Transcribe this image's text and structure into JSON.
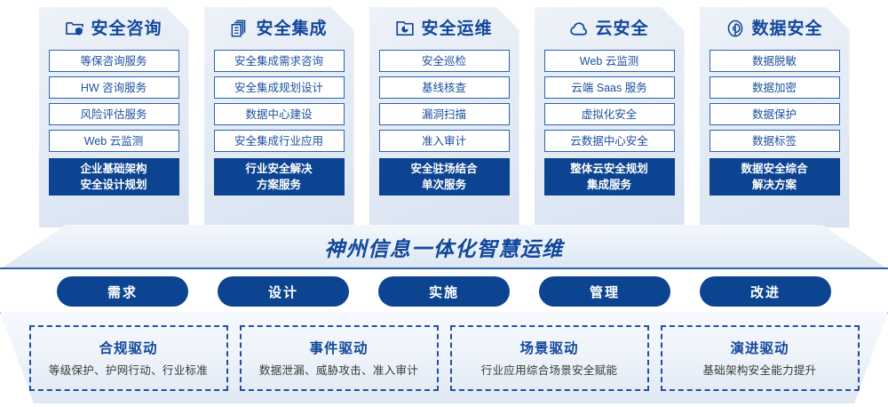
{
  "colors": {
    "primary_blue": "#0c4491",
    "title_blue": "#11479b",
    "border_blue": "#2f62ad",
    "dashed_blue": "#2450a0",
    "panel_bg": "#e6edf6",
    "white": "#ffffff"
  },
  "columns": [
    {
      "icon": "folder-shield-icon",
      "title": "安全咨询",
      "items": [
        "等保咨询服务",
        "HW 咨询服务",
        "风险评估服务",
        "Web 云监测"
      ],
      "highlight": [
        "企业基础架构",
        "安全设计规划"
      ]
    },
    {
      "icon": "stacked-documents-icon",
      "title": "安全集成",
      "items": [
        "安全集成需求咨询",
        "安全集成规划设计",
        "数据中心建设",
        "安全集成行业应用"
      ],
      "highlight": [
        "行业安全解决",
        "方案服务"
      ]
    },
    {
      "icon": "monitor-chart-icon",
      "title": "安全运维",
      "items": [
        "安全巡检",
        "基线核查",
        "漏洞扫描",
        "准入审计"
      ],
      "highlight": [
        "安全驻场结合",
        "单次服务"
      ]
    },
    {
      "icon": "cloud-icon",
      "title": "云安全",
      "items": [
        "Web 云监测",
        "云端 Saas 服务",
        "虚拟化安全",
        "云数据中心安全"
      ],
      "highlight": [
        "整体云安全规划",
        "集成服务"
      ]
    },
    {
      "icon": "fingerprint-icon",
      "title": "数据安全",
      "items": [
        "数据脱敏",
        "数据加密",
        "数据保护",
        "数据标签"
      ],
      "highlight": [
        "数据安全综合",
        "解决方案"
      ]
    }
  ],
  "banner": {
    "text": "神州信息一体化智慧运维"
  },
  "pills": [
    {
      "label": "需求"
    },
    {
      "label": "设计"
    },
    {
      "label": "实施"
    },
    {
      "label": "管理"
    },
    {
      "label": "改进"
    }
  ],
  "drivers": [
    {
      "title": "合规驱动",
      "subtitle": "等级保护、护网行动、行业标准"
    },
    {
      "title": "事件驱动",
      "subtitle": "数据泄漏、威胁攻击、准入审计"
    },
    {
      "title": "场景驱动",
      "subtitle": "行业应用综合场景安全赋能"
    },
    {
      "title": "演进驱动",
      "subtitle": "基础架构安全能力提升"
    }
  ]
}
